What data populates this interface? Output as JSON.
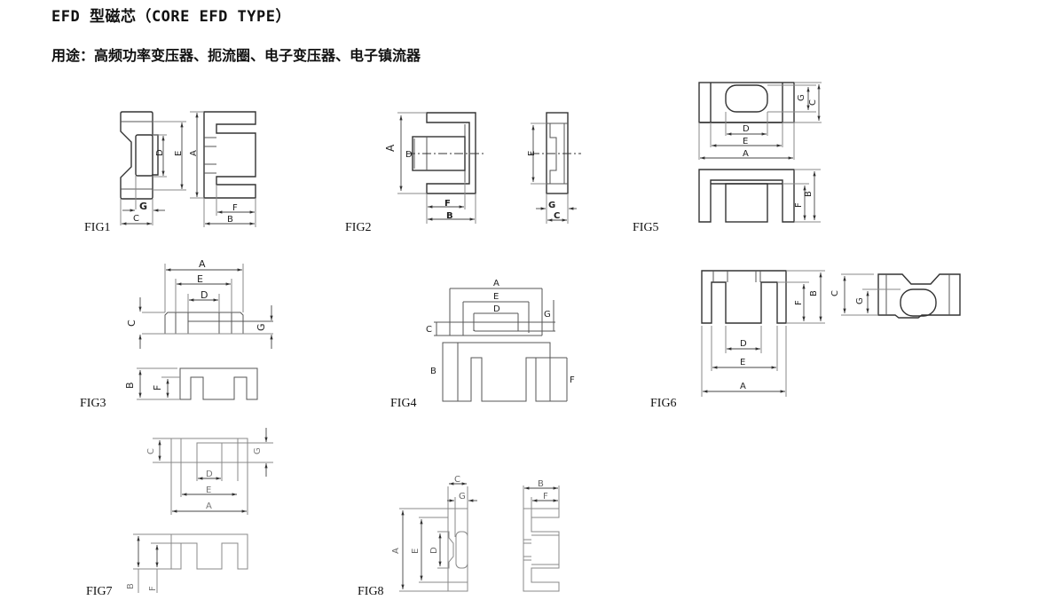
{
  "header": {
    "title": "EFD 型磁芯（CORE EFD TYPE）",
    "usage": "用途：高频功率变压器、扼流圈、电子变压器、电子镇流器"
  },
  "figures": [
    {
      "id": "fig1",
      "caption": "FIG1",
      "dimension_labels": [
        "A",
        "B",
        "C",
        "D",
        "E",
        "F",
        "G"
      ]
    },
    {
      "id": "fig2",
      "caption": "FIG2",
      "dimension_labels": [
        "A",
        "B",
        "C",
        "D",
        "E",
        "F",
        "G"
      ]
    },
    {
      "id": "fig3",
      "caption": "FIG3",
      "dimension_labels": [
        "A",
        "B",
        "C",
        "D",
        "E",
        "F",
        "G"
      ]
    },
    {
      "id": "fig4",
      "caption": "FIG4",
      "dimension_labels": [
        "A",
        "B",
        "C",
        "D",
        "E",
        "F",
        "G"
      ]
    },
    {
      "id": "fig5",
      "caption": "FIG5",
      "dimension_labels": [
        "A",
        "B",
        "C",
        "D",
        "E",
        "F",
        "G"
      ]
    },
    {
      "id": "fig6",
      "caption": "FIG6",
      "dimension_labels": [
        "A",
        "B",
        "C",
        "D",
        "E",
        "F",
        "G"
      ]
    },
    {
      "id": "fig7",
      "caption": "FIG7",
      "dimension_labels": [
        "A",
        "B",
        "C",
        "D",
        "E",
        "F",
        "G"
      ]
    },
    {
      "id": "fig8",
      "caption": "FIG8",
      "dimension_labels": [
        "A",
        "B",
        "C",
        "D",
        "E",
        "F",
        "G"
      ]
    }
  ],
  "labels": {
    "A": "A",
    "B": "B",
    "C": "C",
    "D": "D",
    "E": "E",
    "F": "F",
    "G": "G"
  }
}
